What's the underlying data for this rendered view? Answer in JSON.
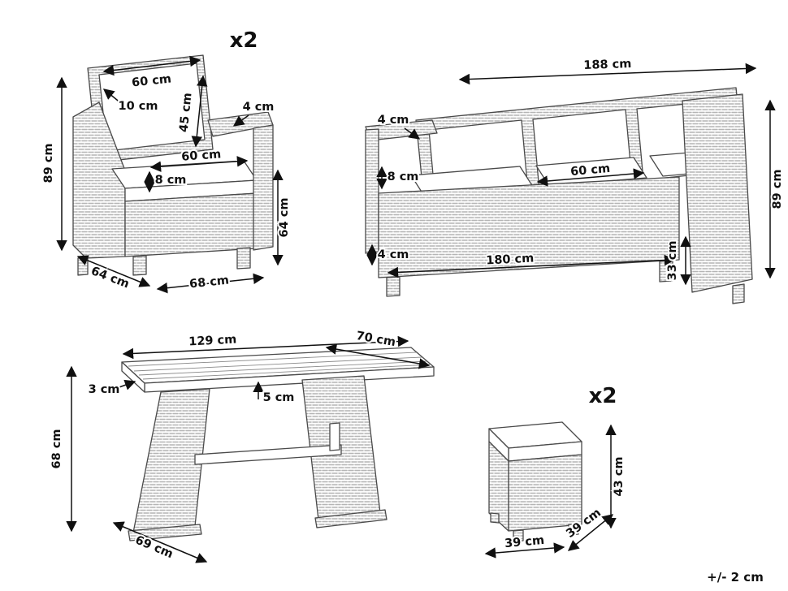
{
  "note": {
    "tolerance": "+/- 2 cm"
  },
  "colors": {
    "ink": "#101010",
    "outline": "#4a4a4a",
    "weave": "#b5b5b5",
    "background": "#ffffff"
  },
  "armchair": {
    "qty": "x2",
    "back_cushion_width": "60 cm",
    "back_cushion_offset": "10 cm",
    "back_cushion_height": "45 cm",
    "armrest_width": "4 cm",
    "total_height": "89 cm",
    "seat_width": "60 cm",
    "seat_cushion_thickness": "8 cm",
    "arm_height": "64 cm",
    "depth": "64 cm",
    "width": "68 cm"
  },
  "sofa": {
    "total_width": "188 cm",
    "armrest_width": "4 cm",
    "seat_cushion_thickness": "8 cm",
    "seat_cushion_width": "60 cm",
    "total_height": "89 cm",
    "base_gap": "4 cm",
    "seat_width": "180 cm",
    "seat_height": "33 cm"
  },
  "table": {
    "length": "129 cm",
    "width": "70 cm",
    "top_thickness": "3 cm",
    "top_inset": "5 cm",
    "height": "68 cm",
    "base_depth": "69 cm"
  },
  "ottoman": {
    "qty": "x2",
    "height": "43 cm",
    "width": "39 cm",
    "depth": "39 cm"
  }
}
